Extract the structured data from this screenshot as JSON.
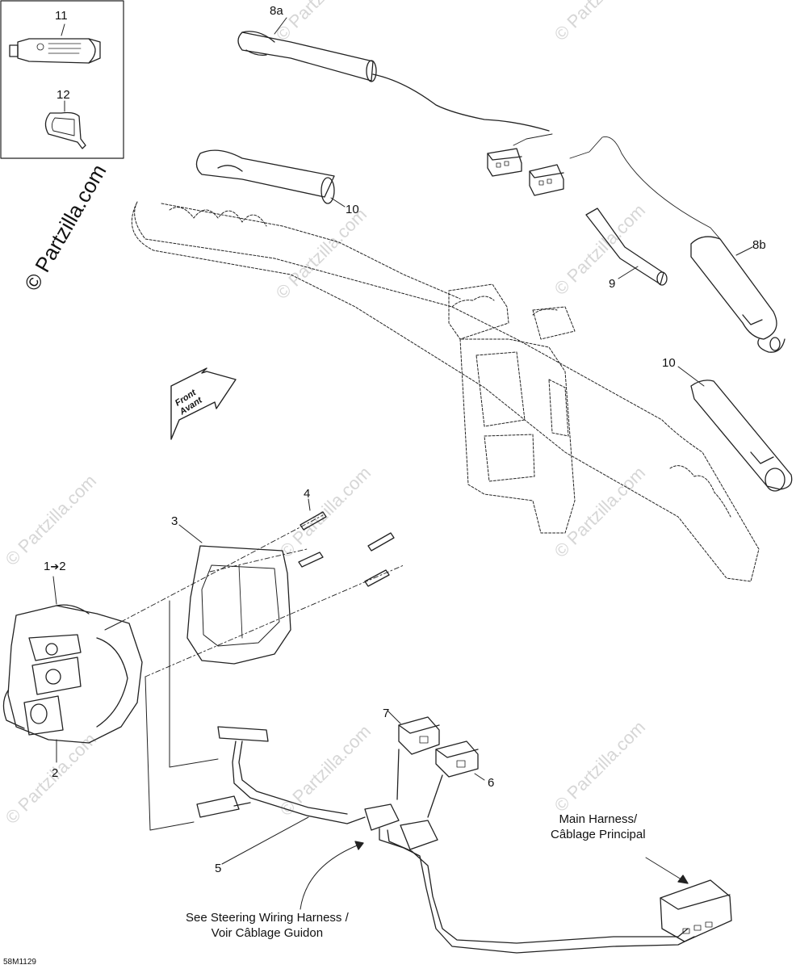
{
  "watermark": {
    "corner_text": "© Partzilla.com",
    "tile_text": "© Partzilla.com"
  },
  "callouts": {
    "c1": "1",
    "c1_arrow": "➔",
    "c1_to": "2",
    "c2": "2",
    "c3": "3",
    "c4": "4",
    "c5": "5",
    "c6": "6",
    "c7": "7",
    "c8a": "8a",
    "c8b": "8b",
    "c9": "9",
    "c10a": "10",
    "c10b": "10",
    "c11": "11",
    "c12": "12"
  },
  "front_arrow": {
    "line1": "Front",
    "line2": "Avant"
  },
  "notes": {
    "main_harness_line1": "Main Harness/",
    "main_harness_line2": "Câblage Principal",
    "see_steering_line1": "See Steering Wiring Harness /",
    "see_steering_line2": "Voir Câblage Guidon"
  },
  "diagram_code": "58M1129",
  "colors": {
    "line": "#222222",
    "watermark": "#d6d6d6"
  }
}
